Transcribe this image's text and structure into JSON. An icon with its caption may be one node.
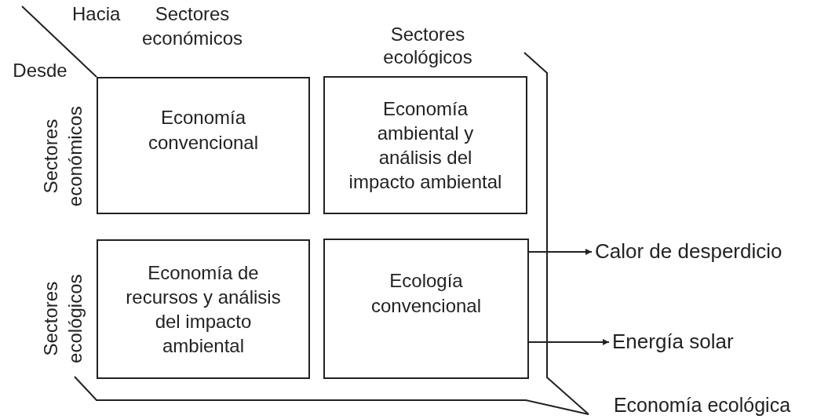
{
  "diagram": {
    "nodes": [
      {
        "text": [
          "Economía convencional"
        ]
      },
      {
        "text": [
          "Economía ambiental y análisis del impacto ambiental"
        ]
      },
      {
        "text": [
          "Economía de recursos y análisis del impacto ambiental"
        ]
      },
      {
        "text": [
          "Ecología convencional"
        ]
      },
      {
        "text": [
          "Calor de desperdicio"
        ]
      },
      {
        "text": [
          "Energía solar"
        ]
      }
    ],
    "edges": [
      {
        "from": 3,
        "to": 4,
        "arrow": "to"
      },
      {
        "from": 3,
        "to": 5,
        "arrow": "to"
      }
    ],
    "labels": [
      "Hacia",
      "Sectores económicos",
      "Sectores ecológicos",
      "Desde",
      "Sectores económicos",
      "Sectores ecológicos",
      "Economía ecológica"
    ]
  }
}
